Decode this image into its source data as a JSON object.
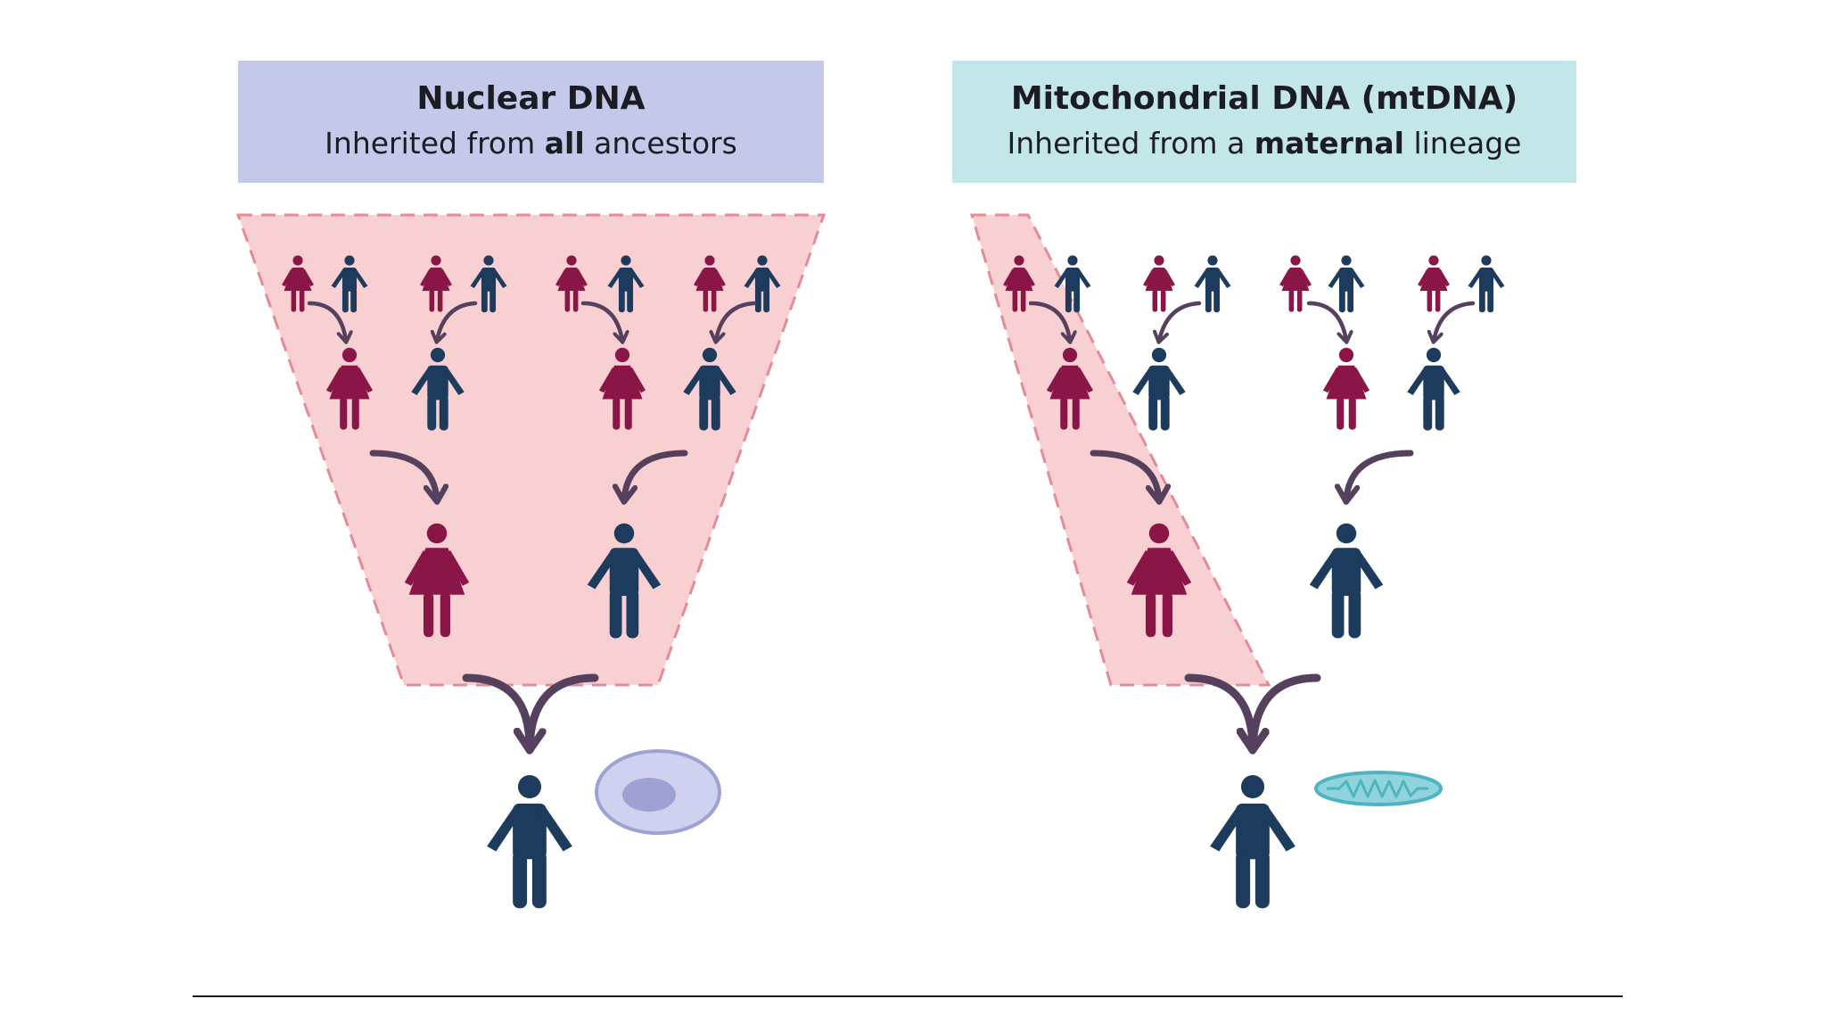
{
  "colors": {
    "nuclear_header_bg": "#c4c9ea",
    "mito_header_bg": "#c3e6e8",
    "female": "#8a1648",
    "male": "#1d3b5c",
    "arrow": "#55405e",
    "inheritance_fill": "#f9d0d2",
    "inheritance_border": "#e28c98",
    "cell_fill": "#cfd1ef",
    "cell_nucleus": "#9da2d2",
    "mito_fill": "#8fd3dc",
    "mito_outline": "#4fb3c2"
  },
  "nuclear": {
    "title": "Nuclear DNA",
    "subtitle_pre": "Inherited from ",
    "subtitle_bold": "all",
    "subtitle_post": " ancestors",
    "organelle_icon": "cell-icon"
  },
  "mitochondrial": {
    "title": "Mitochondrial DNA (mtDNA)",
    "subtitle_pre": "Inherited from a ",
    "subtitle_bold": "maternal",
    "subtitle_post": " lineage",
    "organelle_icon": "mitochondrion-icon"
  }
}
